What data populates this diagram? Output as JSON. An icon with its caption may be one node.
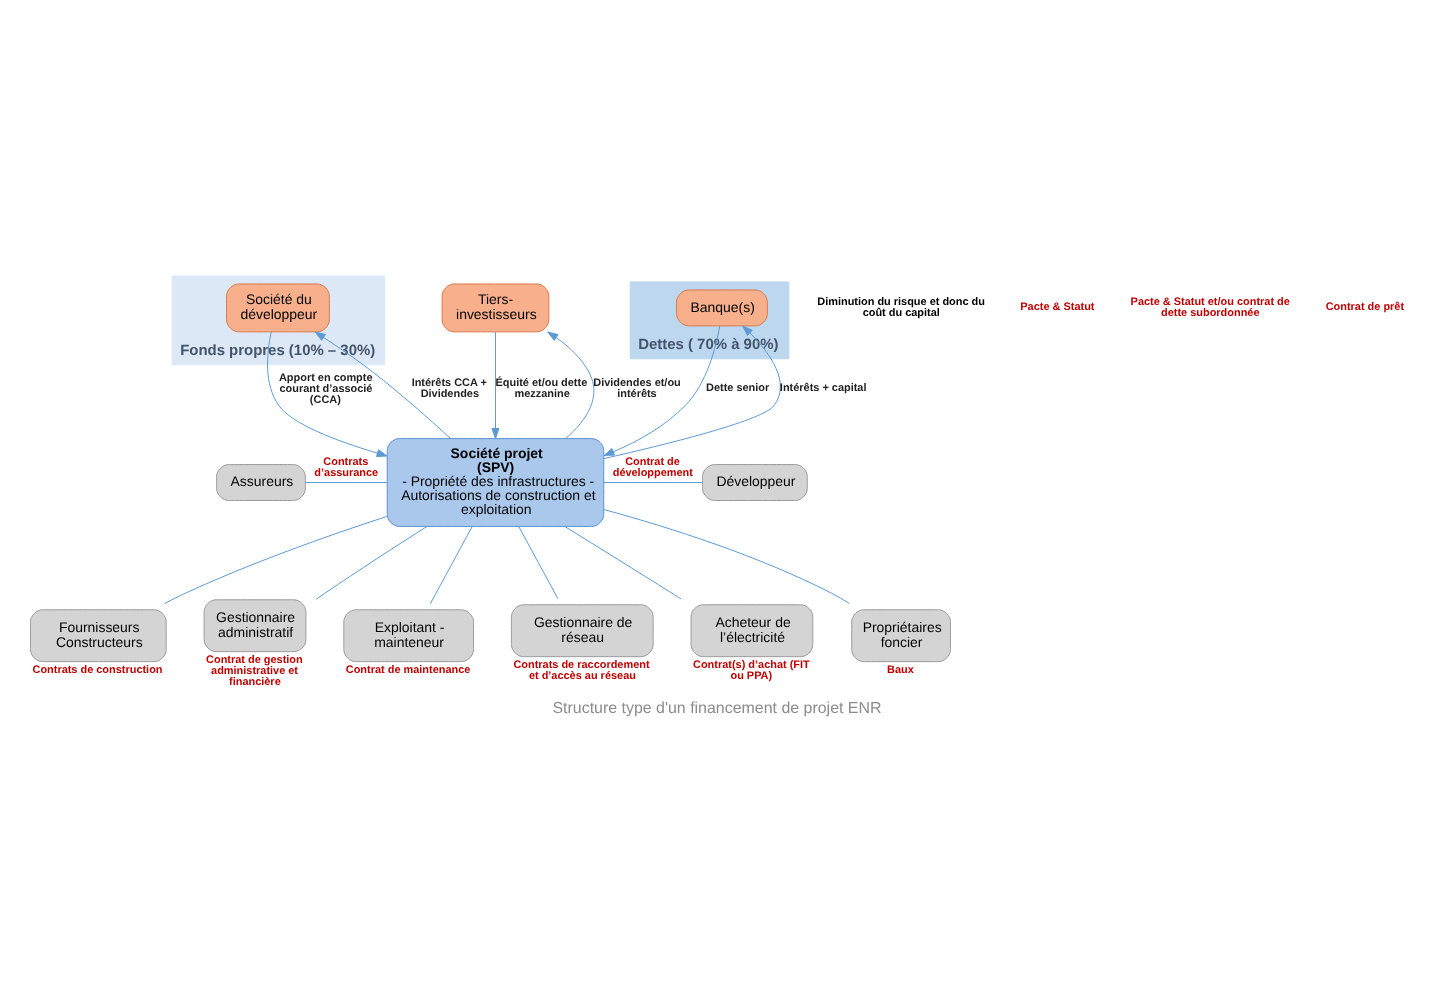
{
  "diagram": {
    "caption": "Structure type d'un financement de projet ENR",
    "nodes": [
      {
        "text": [
          "Fonds propres (10% – 30%)"
        ]
      },
      {
        "text": [
          "Société du développeur"
        ],
        "in": 0
      },
      {
        "text": [
          "Tiers-investisseurs"
        ]
      },
      {
        "text": [
          "Dettes ( 70% à 90%)"
        ]
      },
      {
        "text": [
          "Banque(s)"
        ],
        "in": 3
      },
      {
        "text": [
          "Assureurs"
        ]
      },
      {
        "text": [
          "Société projet (SPV)",
          "- Propriété des infrastructures - Autorisations de construction et exploitation"
        ]
      },
      {
        "text": [
          "Développeur"
        ]
      },
      {
        "text": [
          "Fournisseurs Constructeurs"
        ],
        "beside": [
          "Contrats de construction"
        ]
      },
      {
        "text": [
          "Gestionnaire administratif"
        ],
        "beside": [
          "Contrat de gestion administrative et financière"
        ]
      },
      {
        "text": [
          "Exploitant - mainteneur"
        ],
        "beside": [
          "Contrat de maintenance"
        ]
      },
      {
        "text": [
          "Gestionnaire de réseau"
        ],
        "beside": [
          "Contrats de raccordement et d’accès au réseau"
        ]
      },
      {
        "text": [
          "Acheteur de l’électricité"
        ],
        "beside": [
          "Contrat(s) d’achat (FIT ou PPA)"
        ]
      },
      {
        "text": [
          "Propriétaires foncier"
        ],
        "beside": [
          "Baux"
        ]
      }
    ],
    "edges": [
      {
        "from": 1,
        "to": 6,
        "arrow": "to",
        "label": "Apport en compte courant d’associé (CCA)"
      },
      {
        "from": 6,
        "to": 1,
        "arrow": "to",
        "label": "Intérêts CCA + Dividendes"
      },
      {
        "from": 2,
        "to": 6,
        "arrow": "to",
        "label": "Équité et/ou dette mezzanine"
      },
      {
        "from": 6,
        "to": 2,
        "arrow": "to",
        "label": "Dividendes et/ou intérêts"
      },
      {
        "from": 4,
        "to": 6,
        "arrow": "to",
        "label": "Dette senior"
      },
      {
        "from": 6,
        "to": 4,
        "arrow": "to",
        "label": "Intérêts + capital"
      },
      {
        "from": 5,
        "to": 6,
        "arrow": "none",
        "label": "Contrats d’assurance"
      },
      {
        "from": 6,
        "to": 7,
        "arrow": "none",
        "label": "Contrat de développement"
      },
      {
        "from": 6,
        "to": 8,
        "arrow": "none"
      },
      {
        "from": 6,
        "to": 9,
        "arrow": "none"
      },
      {
        "from": 6,
        "to": 10,
        "arrow": "none"
      },
      {
        "from": 6,
        "to": 11,
        "arrow": "none"
      },
      {
        "from": 6,
        "to": 12,
        "arrow": "none"
      },
      {
        "from": 6,
        "to": 13,
        "arrow": "none"
      }
    ],
    "labels": [
      "Diminution du risque et donc du coût du capital",
      "Pacte & Statut",
      "Pacte & Statut et/ou contrat de dette subordonnée",
      "Contrat de prêt"
    ]
  }
}
